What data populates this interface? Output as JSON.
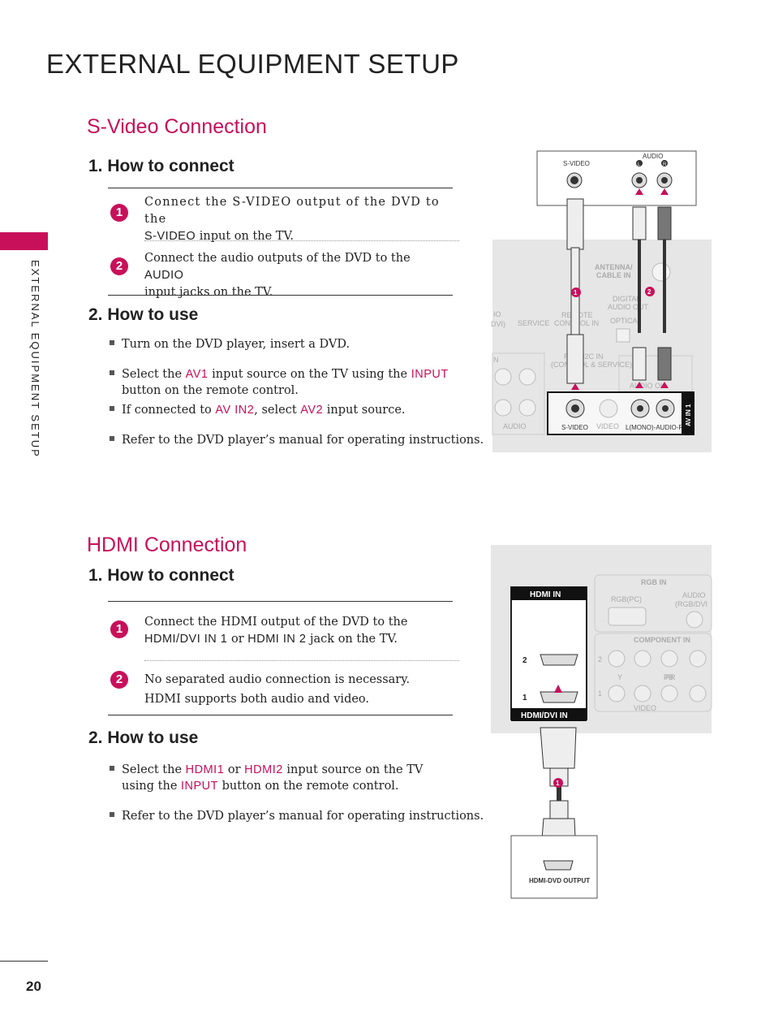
{
  "page": {
    "title": "EXTERNAL EQUIPMENT SETUP",
    "side_label": "EXTERNAL EQUIPMENT SETUP",
    "page_number": "20"
  },
  "svideo": {
    "section_title": "S-Video Connection",
    "connect_heading": "1. How to connect",
    "step1_before": "Connect the S-VIDEO output of the DVD to the",
    "step1_kw": "S-VIDEO",
    "step1_after": " input on the TV.",
    "step2_before": "Connect the audio outputs of the DVD to the ",
    "step2_kw": "AUDIO",
    "step2_after": "input jacks on the TV.",
    "use_heading": "2. How to use",
    "use1": "Turn on the DVD player, insert a DVD.",
    "use2_a": "Select the ",
    "use2_kw1": "AV1",
    "use2_b": " input source on the TV using the ",
    "use2_kw2": "INPUT",
    "use2_c": "button on the remote control.",
    "use3_a": "If connected to ",
    "use3_kw1": "AV IN2",
    "use3_b": ", select ",
    "use3_kw2": "AV2",
    "use3_c": " input source.",
    "use4": "Refer to the DVD player’s manual for operating instructions."
  },
  "hdmi": {
    "section_title": "HDMI Connection",
    "connect_heading": "1. How to connect",
    "step1_a": "Connect the HDMI output of the DVD to the",
    "step1_kw1": "HDMI/DVI IN 1",
    "step1_b": " or ",
    "step1_kw2": "HDMI IN 2",
    "step1_c": " jack on the TV.",
    "step2_line1": "No separated audio connection is necessary.",
    "step2_line2": "HDMI supports both audio and video.",
    "use_heading": "2. How to use",
    "use1_a": "Select the ",
    "use1_kw1": "HDMI1",
    "use1_b": " or ",
    "use1_kw2": "HDMI2",
    "use1_c": " input source on the TV",
    "use1_d": "using the ",
    "use1_kw3": "INPUT",
    "use1_e": " button on the remote control.",
    "use2": "Refer to the DVD player’s manual for operating instructions."
  },
  "steps": {
    "one": "1",
    "two": "2"
  },
  "diagram_svideo": {
    "dvd_svideo": "S-VIDEO",
    "dvd_audio": "AUDIO",
    "dvd_l": "L",
    "dvd_r": "R",
    "antenna": "ANTENNA/",
    "cable_in": "CABLE IN",
    "digital": "DIGITAL",
    "audio_out": "AUDIO OUT",
    "optical": "OPTICAL",
    "service": "SERVICE",
    "remote": "REMOTE",
    "control_in": "CONTROL IN",
    "rs232c": "RS-232C IN",
    "control_service": "(CONTROL & SERVICE)",
    "audio_o": "AUDIO OU",
    "io": "IO",
    "dvi": "DVI)",
    "n": "N",
    "audio_small": "AUDIO",
    "tv_svideo": "S-VIDEO",
    "tv_video": "VIDEO",
    "tv_audio": "L(MONO)-AUDIO-R",
    "av_in1": "AV IN 1",
    "marker1": "1",
    "marker2": "2"
  },
  "diagram_hdmi": {
    "hdmi_in": "HDMI IN",
    "hdmi_dvi_in": "HDMI/DVI IN",
    "port2": "2",
    "port1": "1",
    "rgb_in": "RGB IN",
    "rgb_pc": "RGB(PC)",
    "audio": "AUDIO",
    "rgb_dvi": "(RGB/DVI",
    "component_in": "COMPONENT IN",
    "y": "Y",
    "pb": "PB",
    "pr": "PR",
    "video": "VIDEO",
    "comp2": "2",
    "comp1": "1",
    "dvd_output": "HDMI-DVD OUTPUT",
    "marker1": "1"
  }
}
